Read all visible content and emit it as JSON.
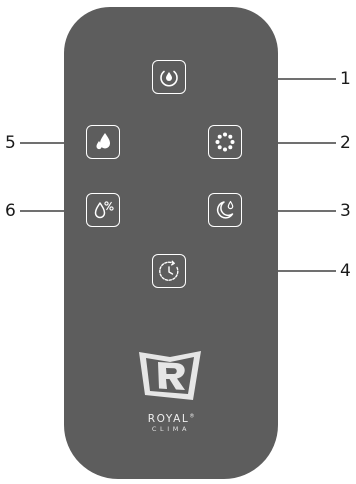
{
  "callouts": [
    "1",
    "2",
    "3",
    "4",
    "5",
    "6"
  ],
  "brand": {
    "name": "ROYAL",
    "mark": "®",
    "sub": "CLIMA"
  },
  "buttons": [
    {
      "id": 1,
      "icon": "power-drop-icon"
    },
    {
      "id": 2,
      "icon": "dots-circle-icon"
    },
    {
      "id": 3,
      "icon": "moon-drop-icon"
    },
    {
      "id": 4,
      "icon": "timer-icon"
    },
    {
      "id": 5,
      "icon": "water-drops-icon"
    },
    {
      "id": 6,
      "icon": "drop-percent-icon"
    }
  ],
  "colors": {
    "remote_body": "#5d5d5d",
    "button_outline": "#ffffff",
    "callout_line": "#1a1a1a"
  }
}
